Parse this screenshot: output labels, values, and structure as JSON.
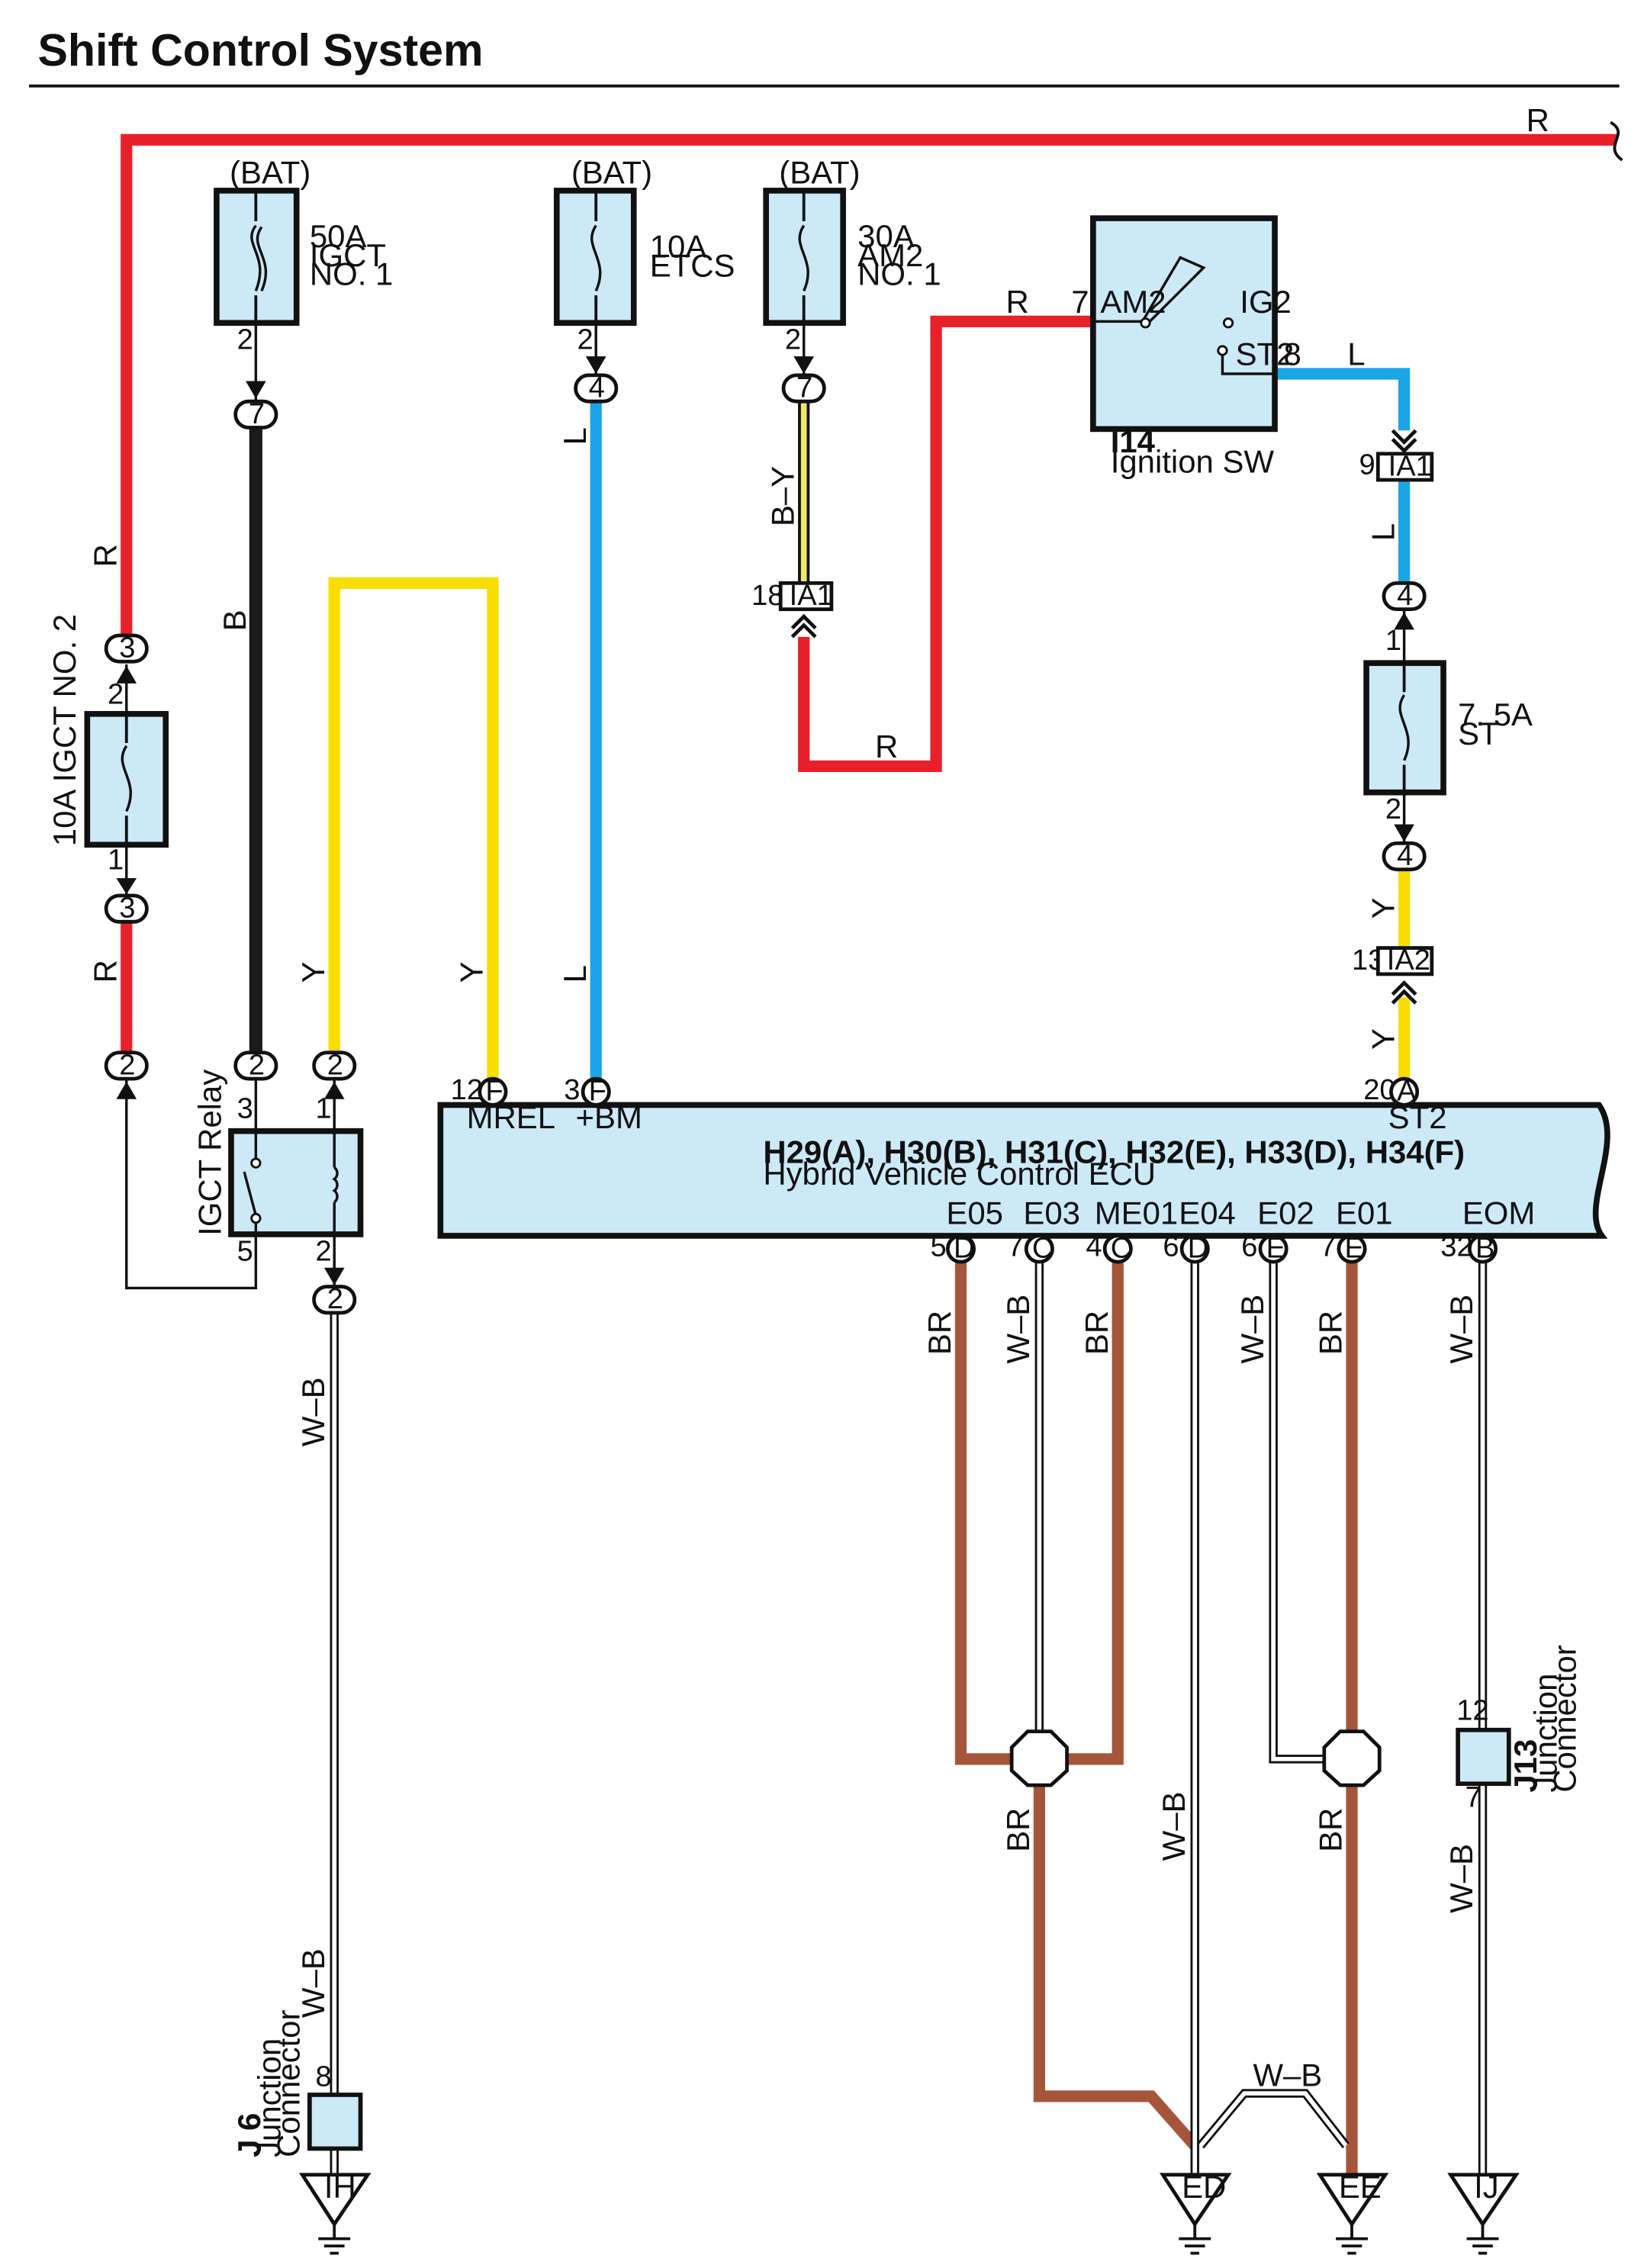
{
  "title": "Shift Control System",
  "colors": {
    "R": "#e8202a",
    "B": "#1a1a1a",
    "Y": "#f8dd00",
    "L": "#1aa6e6",
    "BR": "#a5563a",
    "WB": "#ffffff",
    "BY": "#f3e866",
    "box": "#cce9f6"
  },
  "wire_labels": {
    "top_r": "R",
    "left_r1": "R",
    "left_r2": "R",
    "b_wire": "B",
    "y_left": "Y",
    "y_right": "Y",
    "l_etcs_top": "L",
    "l_etcs_bottom": "L",
    "by": "B–Y",
    "r_am2_top": "R",
    "r_am2_bottom": "R",
    "l_st2": "L",
    "l_ia1": "L",
    "y_st1": "Y",
    "y_st2": "Y",
    "wb_ih1": "W–B",
    "wb_ih2": "W–B",
    "br_e05": "BR",
    "wb_e03": "W–B",
    "br_me01": "BR",
    "wb_e02": "W–B",
    "br_e01": "BR",
    "wb_eom": "W–B",
    "br_splice1": "BR",
    "wb_e04": "W–B",
    "br_splice2": "BR",
    "wb_j13": "W–B",
    "wb_cross": "W–B"
  },
  "fuses": {
    "igct1": {
      "source": "(BAT)",
      "rating": "50A",
      "name1": "IGCT",
      "name2": "NO. 1",
      "pin": "2",
      "conn": "7"
    },
    "etcs": {
      "source": "(BAT)",
      "rating": "10A",
      "name1": "ETCS",
      "pin": "2",
      "conn": "4"
    },
    "am2": {
      "source": "(BAT)",
      "rating": "30A",
      "name1": "AM2",
      "name2": "NO. 1",
      "pin": "2",
      "conn": "7"
    },
    "igct2": {
      "label": "10A IGCT NO. 2",
      "pin_top": "2",
      "pin_bottom": "1",
      "conn_top": "3",
      "conn_bottom": "3"
    },
    "st": {
      "rating": "7. 5A",
      "name1": "ST",
      "pin_top": "1",
      "pin_bottom": "2",
      "conn_top": "4",
      "conn_bottom": "4"
    }
  },
  "ignition_switch": {
    "code": "I14",
    "name": "Ignition SW",
    "am2": "AM2",
    "ig2": "IG2",
    "st2": "ST2",
    "pin_am2": "7",
    "pin_st2": "8"
  },
  "inline_connectors": {
    "ia1_left": {
      "name": "IA1",
      "pin": "18"
    },
    "ia1_right": {
      "name": "IA1",
      "pin": "9"
    },
    "ia2": {
      "name": "IA2",
      "pin": "13"
    }
  },
  "relay": {
    "name": "IGCT Relay",
    "pin3": "3",
    "pin1": "1",
    "pin5": "5",
    "pin2": "2",
    "conn_left": "2",
    "conn_mid": "2",
    "conn_right": "2",
    "conn_out": "2"
  },
  "ecu": {
    "codes": "H29(A), H30(B), H31(C), H32(E), H33(D), H34(F)",
    "name": "Hybrid Vehicle Control ECU",
    "top_pins": [
      {
        "pin": "12",
        "conn": "F",
        "name": "MREL"
      },
      {
        "pin": "3",
        "conn": "F",
        "name": "+BM"
      },
      {
        "pin": "20",
        "conn": "A",
        "name": "ST2"
      }
    ],
    "bottom_pins": [
      {
        "pin": "5",
        "conn": "D",
        "name": "E05"
      },
      {
        "pin": "7",
        "conn": "C",
        "name": "E03"
      },
      {
        "pin": "4",
        "conn": "C",
        "name": "ME01"
      },
      {
        "pin": "6",
        "conn": "D",
        "name": "E04"
      },
      {
        "pin": "6",
        "conn": "E",
        "name": "E02"
      },
      {
        "pin": "7",
        "conn": "E",
        "name": "E01"
      },
      {
        "pin": "32",
        "conn": "B",
        "name": "EOM"
      }
    ]
  },
  "junctions": {
    "j6": {
      "code": "J 6",
      "name1": "Junction",
      "name2": "Connector",
      "pin": "8"
    },
    "j13": {
      "code": "J13",
      "name1": "Junction",
      "name2": "Connector",
      "pin_top": "12",
      "pin_bottom": "7"
    }
  },
  "grounds": [
    "IH",
    "ED",
    "EE",
    "IJ"
  ]
}
